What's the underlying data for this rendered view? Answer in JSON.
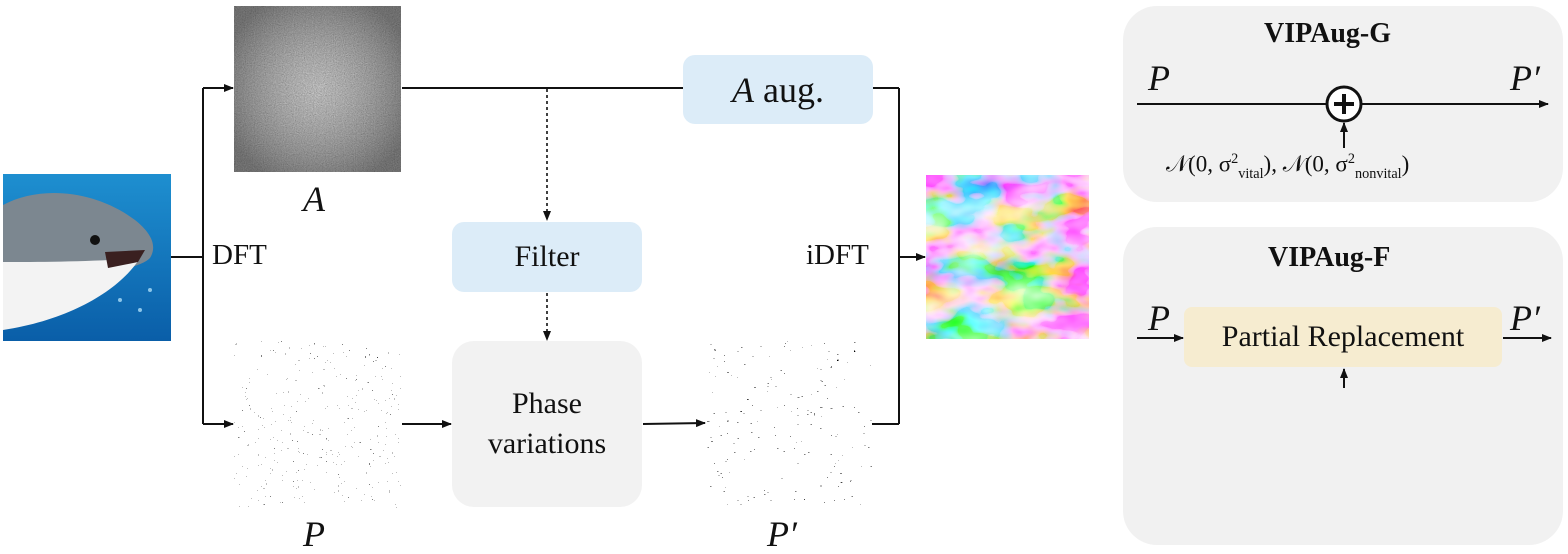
{
  "main": {
    "amp_label": "A",
    "phase_label": "P",
    "phase_out_label": "P′",
    "dft_label": "DFT",
    "idft_label": "iDFT",
    "a_aug": {
      "var": "A",
      "word": "aug."
    },
    "filter_label": "Filter",
    "phase_var_line1": "Phase",
    "phase_var_line2": "variations"
  },
  "vipaug_g": {
    "title": "VIPAug-G",
    "in_label": "P",
    "out_label": "P′",
    "noise": {
      "n1_prefix": "𝒩(0, σ",
      "n1_sub": "vital",
      "n1_sup": "2",
      "sep": "), 𝒩(0, σ",
      "n2_sub": "nonvital",
      "n2_sup": "2",
      "close": ")"
    }
  },
  "vipaug_f": {
    "title": "VIPAug-F",
    "in_label": "P",
    "out_label": "P′",
    "box_label": "Partial Replacement"
  },
  "colors": {
    "blue_box": "#dcecf8",
    "gray_box": "#f2f2f2",
    "panel": "#f1f1f1",
    "cream_box": "#f6ecd0"
  },
  "icons": [
    "shark-photo",
    "amplitude-spectrum",
    "phase-spectrum",
    "augmented-phase-spectrum",
    "augmented-image",
    "fractal-image",
    "plus-circle-icon"
  ]
}
